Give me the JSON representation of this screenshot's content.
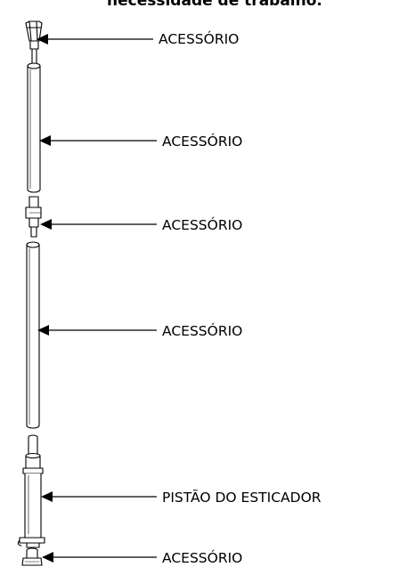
{
  "heading": "necessidade de trabalho.",
  "labels": [
    "ACESSÓRIO",
    "ACESSÓRIO",
    "ACESSÓRIO",
    "ACESSÓRIO",
    "PISTÃO DO ESTICADOR",
    "ACESSÓRIO"
  ]
}
